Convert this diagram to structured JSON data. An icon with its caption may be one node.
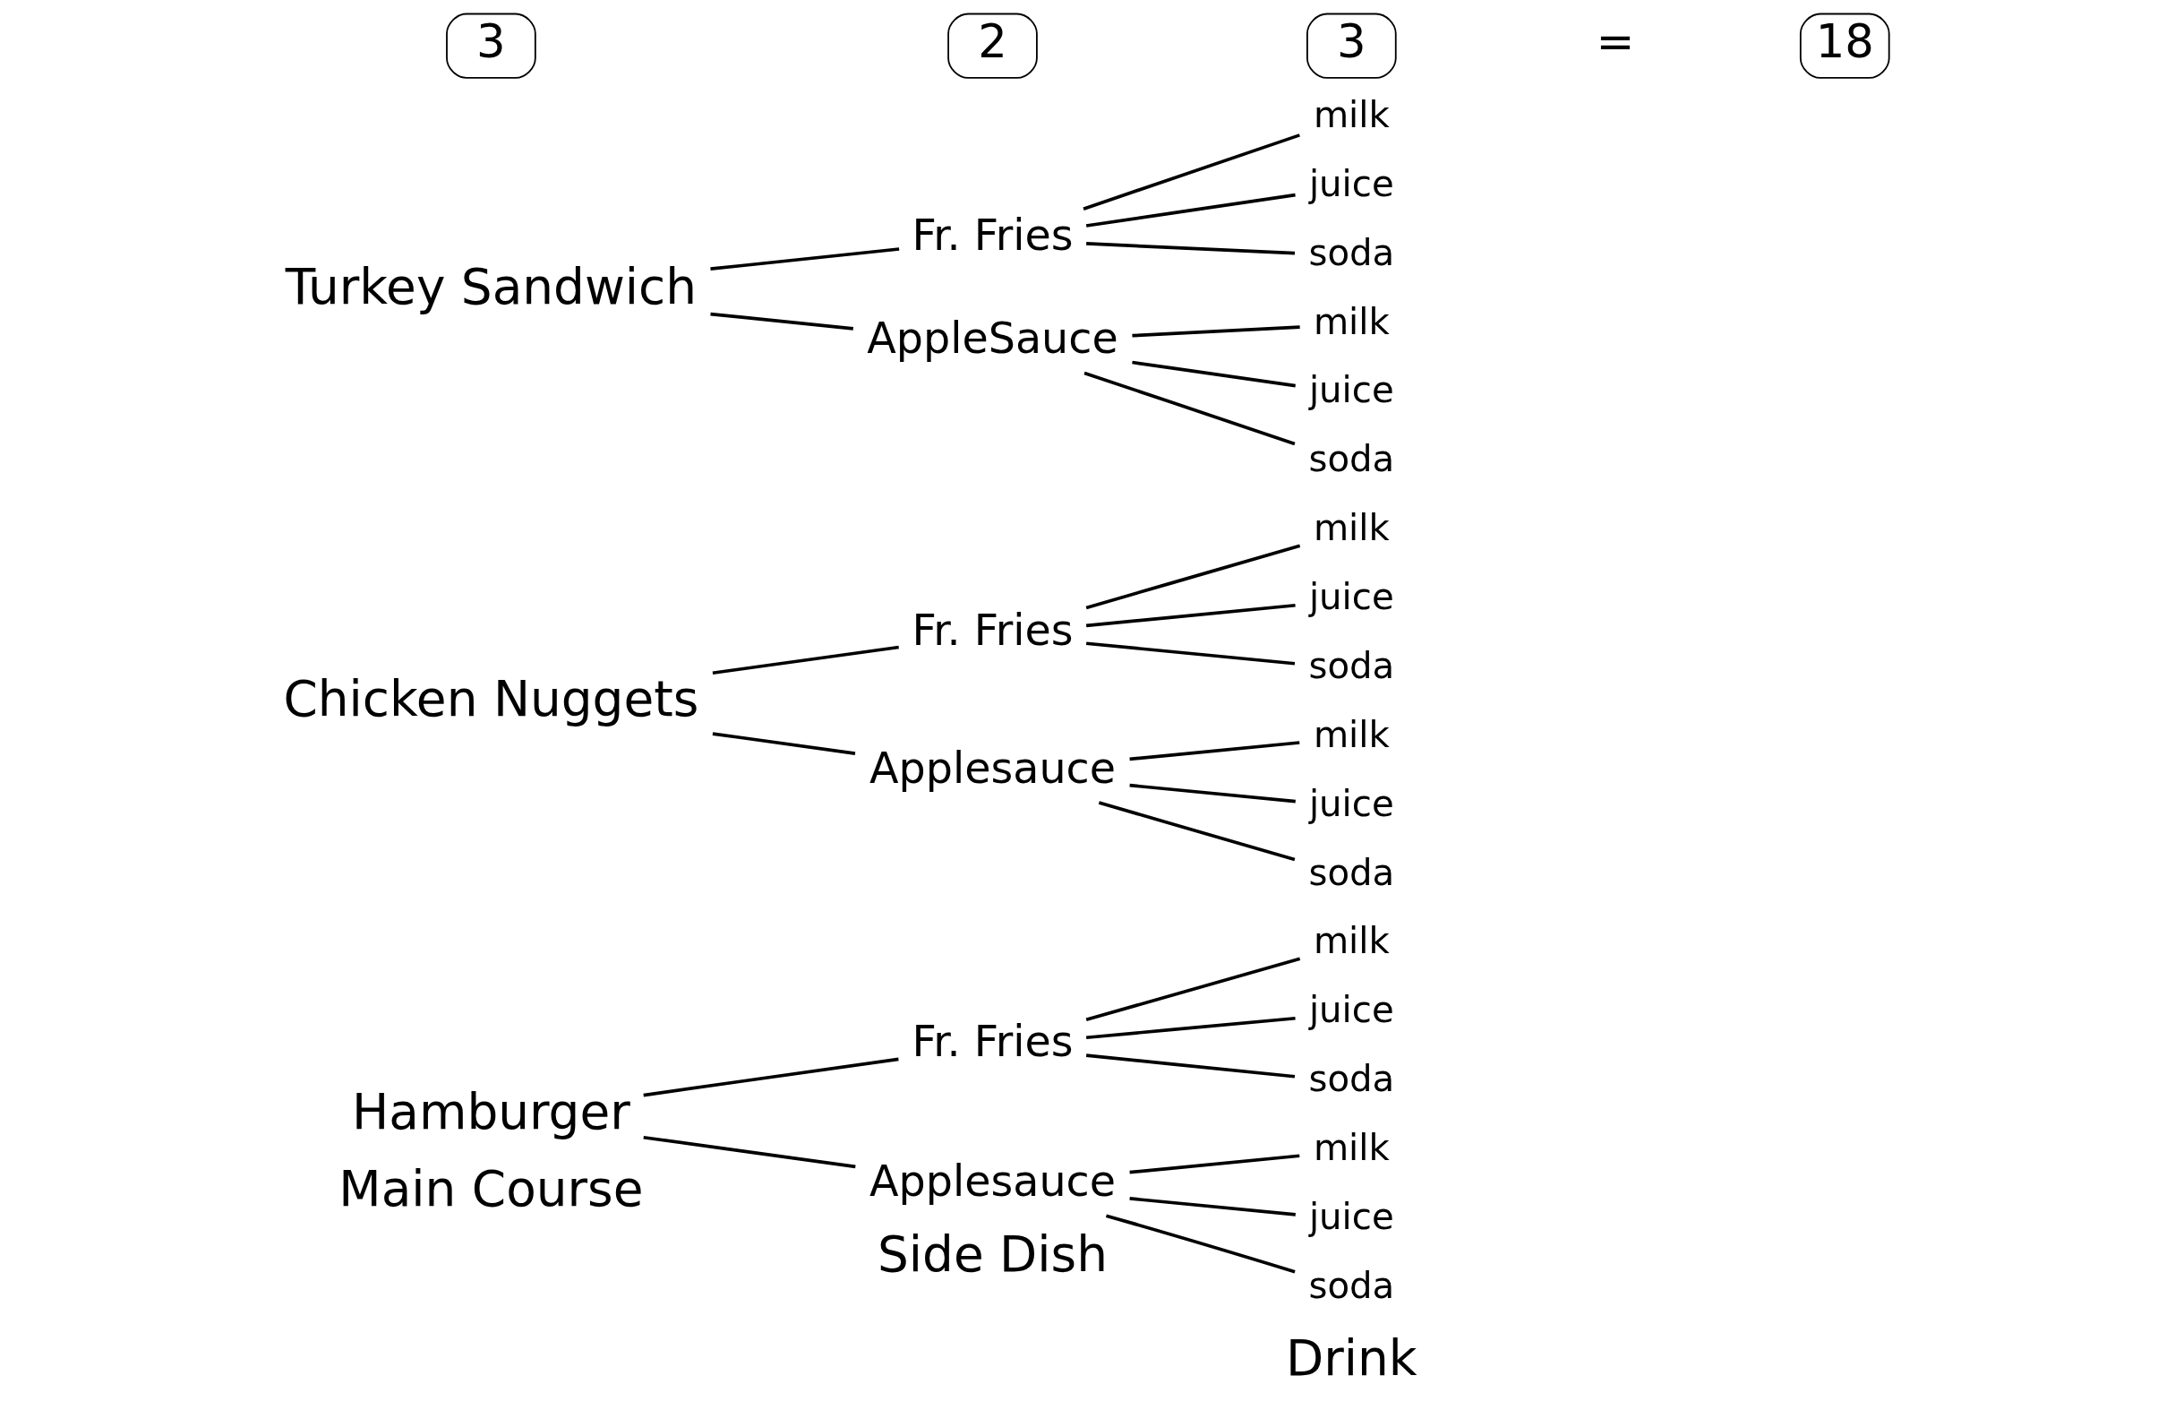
{
  "diagram": {
    "nodes": [
      {
        "text": [
          "Hamburger"
        ]
      },
      {
        "text": [
          "Fr. Fries"
        ]
      },
      {
        "text": [
          "milk"
        ]
      },
      {
        "text": [
          "juice"
        ]
      },
      {
        "text": [
          "soda"
        ]
      },
      {
        "text": [
          "Applesauce"
        ]
      },
      {
        "text": [
          "milk"
        ]
      },
      {
        "text": [
          "juice"
        ]
      },
      {
        "text": [
          "soda"
        ]
      },
      {
        "text": [
          "Chicken Nuggets"
        ]
      },
      {
        "text": [
          "Fr. Fries"
        ]
      },
      {
        "text": [
          "milk"
        ]
      },
      {
        "text": [
          "juice"
        ]
      },
      {
        "text": [
          "soda"
        ]
      },
      {
        "text": [
          "Applesauce"
        ]
      },
      {
        "text": [
          "milk"
        ]
      },
      {
        "text": [
          "juice"
        ]
      },
      {
        "text": [
          "soda"
        ]
      },
      {
        "text": [
          "Turkey Sandwich"
        ]
      },
      {
        "text": [
          "Fr. Fries"
        ]
      },
      {
        "text": [
          "milk"
        ]
      },
      {
        "text": [
          "juice"
        ]
      },
      {
        "text": [
          "soda"
        ]
      },
      {
        "text": [
          "AppleSauce"
        ]
      },
      {
        "text": [
          "milk"
        ]
      },
      {
        "text": [
          "juice"
        ]
      },
      {
        "text": [
          "soda"
        ]
      }
    ],
    "edges": [
      {
        "from": 0,
        "to": 1,
        "arrow": "none"
      },
      {
        "from": 0,
        "to": 5,
        "arrow": "none"
      },
      {
        "from": 1,
        "to": 2,
        "arrow": "none"
      },
      {
        "from": 1,
        "to": 3,
        "arrow": "none"
      },
      {
        "from": 1,
        "to": 4,
        "arrow": "none"
      },
      {
        "from": 5,
        "to": 6,
        "arrow": "none"
      },
      {
        "from": 5,
        "to": 7,
        "arrow": "none"
      },
      {
        "from": 5,
        "to": 8,
        "arrow": "none"
      },
      {
        "from": 9,
        "to": 10,
        "arrow": "none"
      },
      {
        "from": 9,
        "to": 14,
        "arrow": "none"
      },
      {
        "from": 10,
        "to": 11,
        "arrow": "none"
      },
      {
        "from": 10,
        "to": 12,
        "arrow": "none"
      },
      {
        "from": 10,
        "to": 13,
        "arrow": "none"
      },
      {
        "from": 14,
        "to": 15,
        "arrow": "none"
      },
      {
        "from": 14,
        "to": 16,
        "arrow": "none"
      },
      {
        "from": 14,
        "to": 17,
        "arrow": "none"
      },
      {
        "from": 18,
        "to": 19,
        "arrow": "none"
      },
      {
        "from": 18,
        "to": 23,
        "arrow": "none"
      },
      {
        "from": 19,
        "to": 20,
        "arrow": "none"
      },
      {
        "from": 19,
        "to": 21,
        "arrow": "none"
      },
      {
        "from": 19,
        "to": 22,
        "arrow": "none"
      },
      {
        "from": 23,
        "to": 24,
        "arrow": "none"
      },
      {
        "from": 23,
        "to": 25,
        "arrow": "none"
      },
      {
        "from": 23,
        "to": 26,
        "arrow": "none"
      }
    ],
    "labels": [
      "Main Course",
      "Side Dish",
      "Drink",
      "3",
      "2",
      "3",
      "=",
      "18"
    ]
  }
}
